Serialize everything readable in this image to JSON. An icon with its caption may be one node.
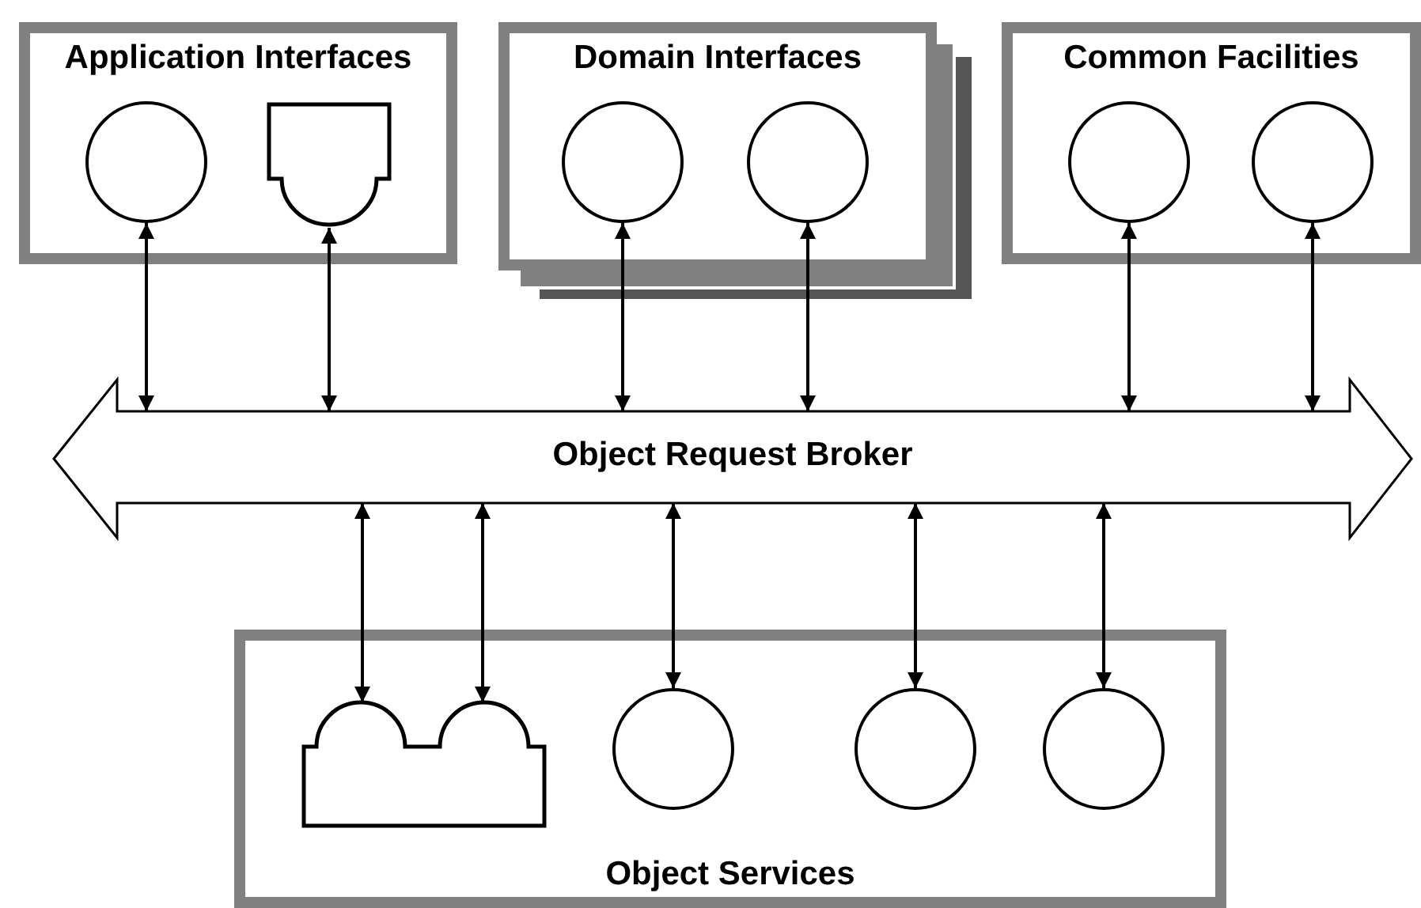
{
  "diagram": {
    "nodes": [
      {
        "text": [
          "Application Interfaces"
        ]
      },
      {
        "text": [],
        "shape": "circle",
        "in": 0
      },
      {
        "text": [],
        "shape": "box",
        "in": 0
      },
      {
        "text": [
          "Domain Interfaces"
        ]
      },
      {
        "text": [],
        "shape": "circle",
        "in": 3
      },
      {
        "text": [],
        "shape": "circle",
        "in": 3
      },
      {
        "text": [
          "Common Facilities"
        ]
      },
      {
        "text": [],
        "shape": "circle",
        "in": 6
      },
      {
        "text": [],
        "shape": "circle",
        "in": 6
      },
      {
        "text": [
          "Object Request Broker"
        ]
      },
      {
        "text": [
          "Object Services"
        ]
      },
      {
        "text": [],
        "shape": "box",
        "in": 10
      },
      {
        "text": [],
        "shape": "circle",
        "in": 10
      },
      {
        "text": [],
        "shape": "circle",
        "in": 10
      },
      {
        "text": [],
        "shape": "circle",
        "in": 10
      }
    ],
    "edges": [
      {
        "from": 1,
        "to": 9,
        "arrow": "both"
      },
      {
        "from": 2,
        "to": 9,
        "arrow": "both"
      },
      {
        "from": 4,
        "to": 9,
        "arrow": "both"
      },
      {
        "from": 5,
        "to": 9,
        "arrow": "both"
      },
      {
        "from": 7,
        "to": 9,
        "arrow": "both"
      },
      {
        "from": 8,
        "to": 9,
        "arrow": "both"
      },
      {
        "from": 9,
        "to": 11,
        "arrow": "both"
      },
      {
        "from": 9,
        "to": 11,
        "arrow": "both"
      },
      {
        "from": 9,
        "to": 12,
        "arrow": "both"
      },
      {
        "from": 9,
        "to": 13,
        "arrow": "both"
      },
      {
        "from": 9,
        "to": 14,
        "arrow": "both"
      }
    ]
  }
}
